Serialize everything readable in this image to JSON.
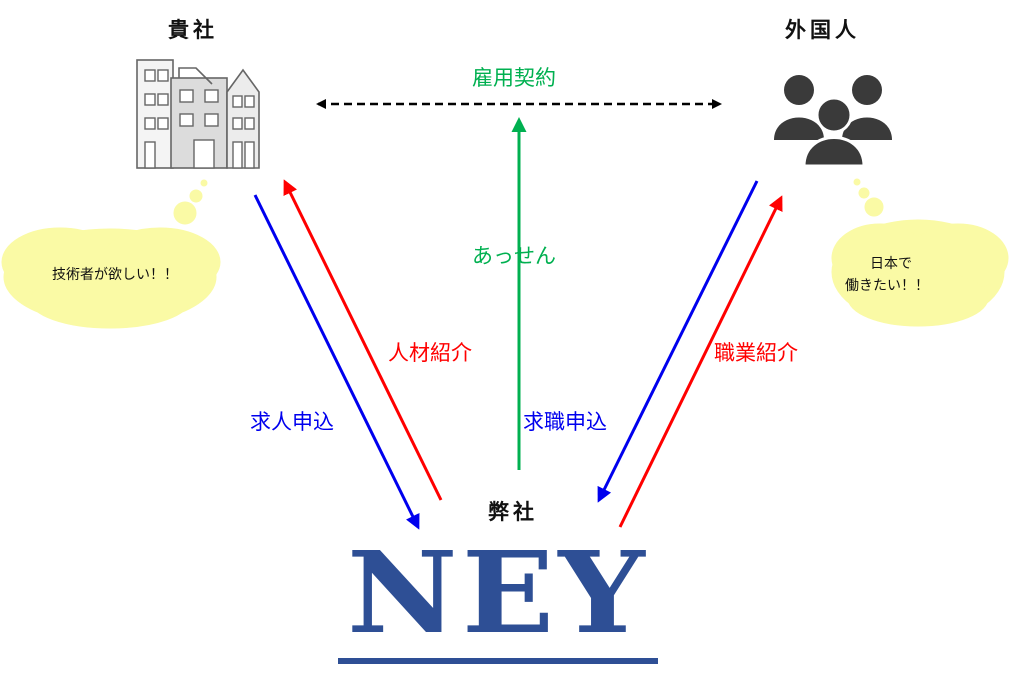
{
  "parties": {
    "client": "貴社",
    "foreigner": "外国人",
    "company": "弊社"
  },
  "flows": {
    "employment_contract": "雇用契約",
    "mediation": "あっせん",
    "talent_introduction": "人材紹介",
    "job_application": "求人申込",
    "job_seeking_application": "求職申込",
    "job_introduction": "職業紹介"
  },
  "bubbles": {
    "client_wish": "技術者が欲しい！！",
    "foreigner_wish_line1": "日本で",
    "foreigner_wish_line2": "働きたい！！"
  },
  "logo": {
    "text": "NEY"
  },
  "icons": {
    "client": "office-building-icon",
    "foreigner": "people-group-icon"
  },
  "colors": {
    "red": "#ff0000",
    "blue": "#0000ee",
    "green": "#00b050",
    "black": "#000000",
    "logo_navy": "#2e4f95",
    "bubble_fill": "#fafaa5"
  }
}
